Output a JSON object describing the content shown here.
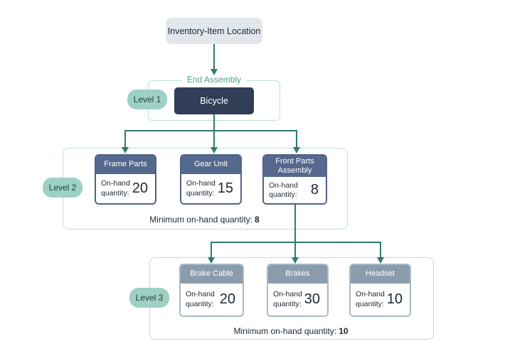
{
  "colors": {
    "arrow": "#2f7c6b",
    "group-border": "#bce0d5",
    "group-label": "#4d9c8d",
    "badge-bg": "#9ed0c3",
    "badge-text": "#22403a",
    "root-bg": "#e2e7ec",
    "dark-bg": "#323e57",
    "l2-header": "#55688e",
    "l2-border": "#51628a",
    "l3-header": "#8b9dac",
    "l3-border": "#a5bac7",
    "text": "#1d2733",
    "canvas-bg": "#ffffff"
  },
  "root": {
    "label": "Inventory-Item Location"
  },
  "level1": {
    "badge": "Level 1",
    "group_label": "End Assembly",
    "node": {
      "label": "Bicycle"
    }
  },
  "level2": {
    "badge": "Level 2",
    "min_label": "Minimum on-hand quantity:",
    "min_value": "8",
    "nodes": [
      {
        "label": "Frame Parts",
        "qty_label": "On-hand quantity:",
        "qty": "20"
      },
      {
        "label": "Gear Unit",
        "qty_label": "On-hand quantity:",
        "qty": "15"
      },
      {
        "label": "Front Parts Assembly",
        "qty_label": "On-hand quantity:",
        "qty": "8"
      }
    ]
  },
  "level3": {
    "badge": "Level 3",
    "min_label": "Minimum on-hand quantity:",
    "min_value": "10",
    "nodes": [
      {
        "label": "Brake Cable",
        "qty_label": "On-hand quantity:",
        "qty": "20"
      },
      {
        "label": "Brakes",
        "qty_label": "On-hand quantity:",
        "qty": "30"
      },
      {
        "label": "Headset",
        "qty_label": "On-hand quantity:",
        "qty": "10"
      }
    ]
  }
}
